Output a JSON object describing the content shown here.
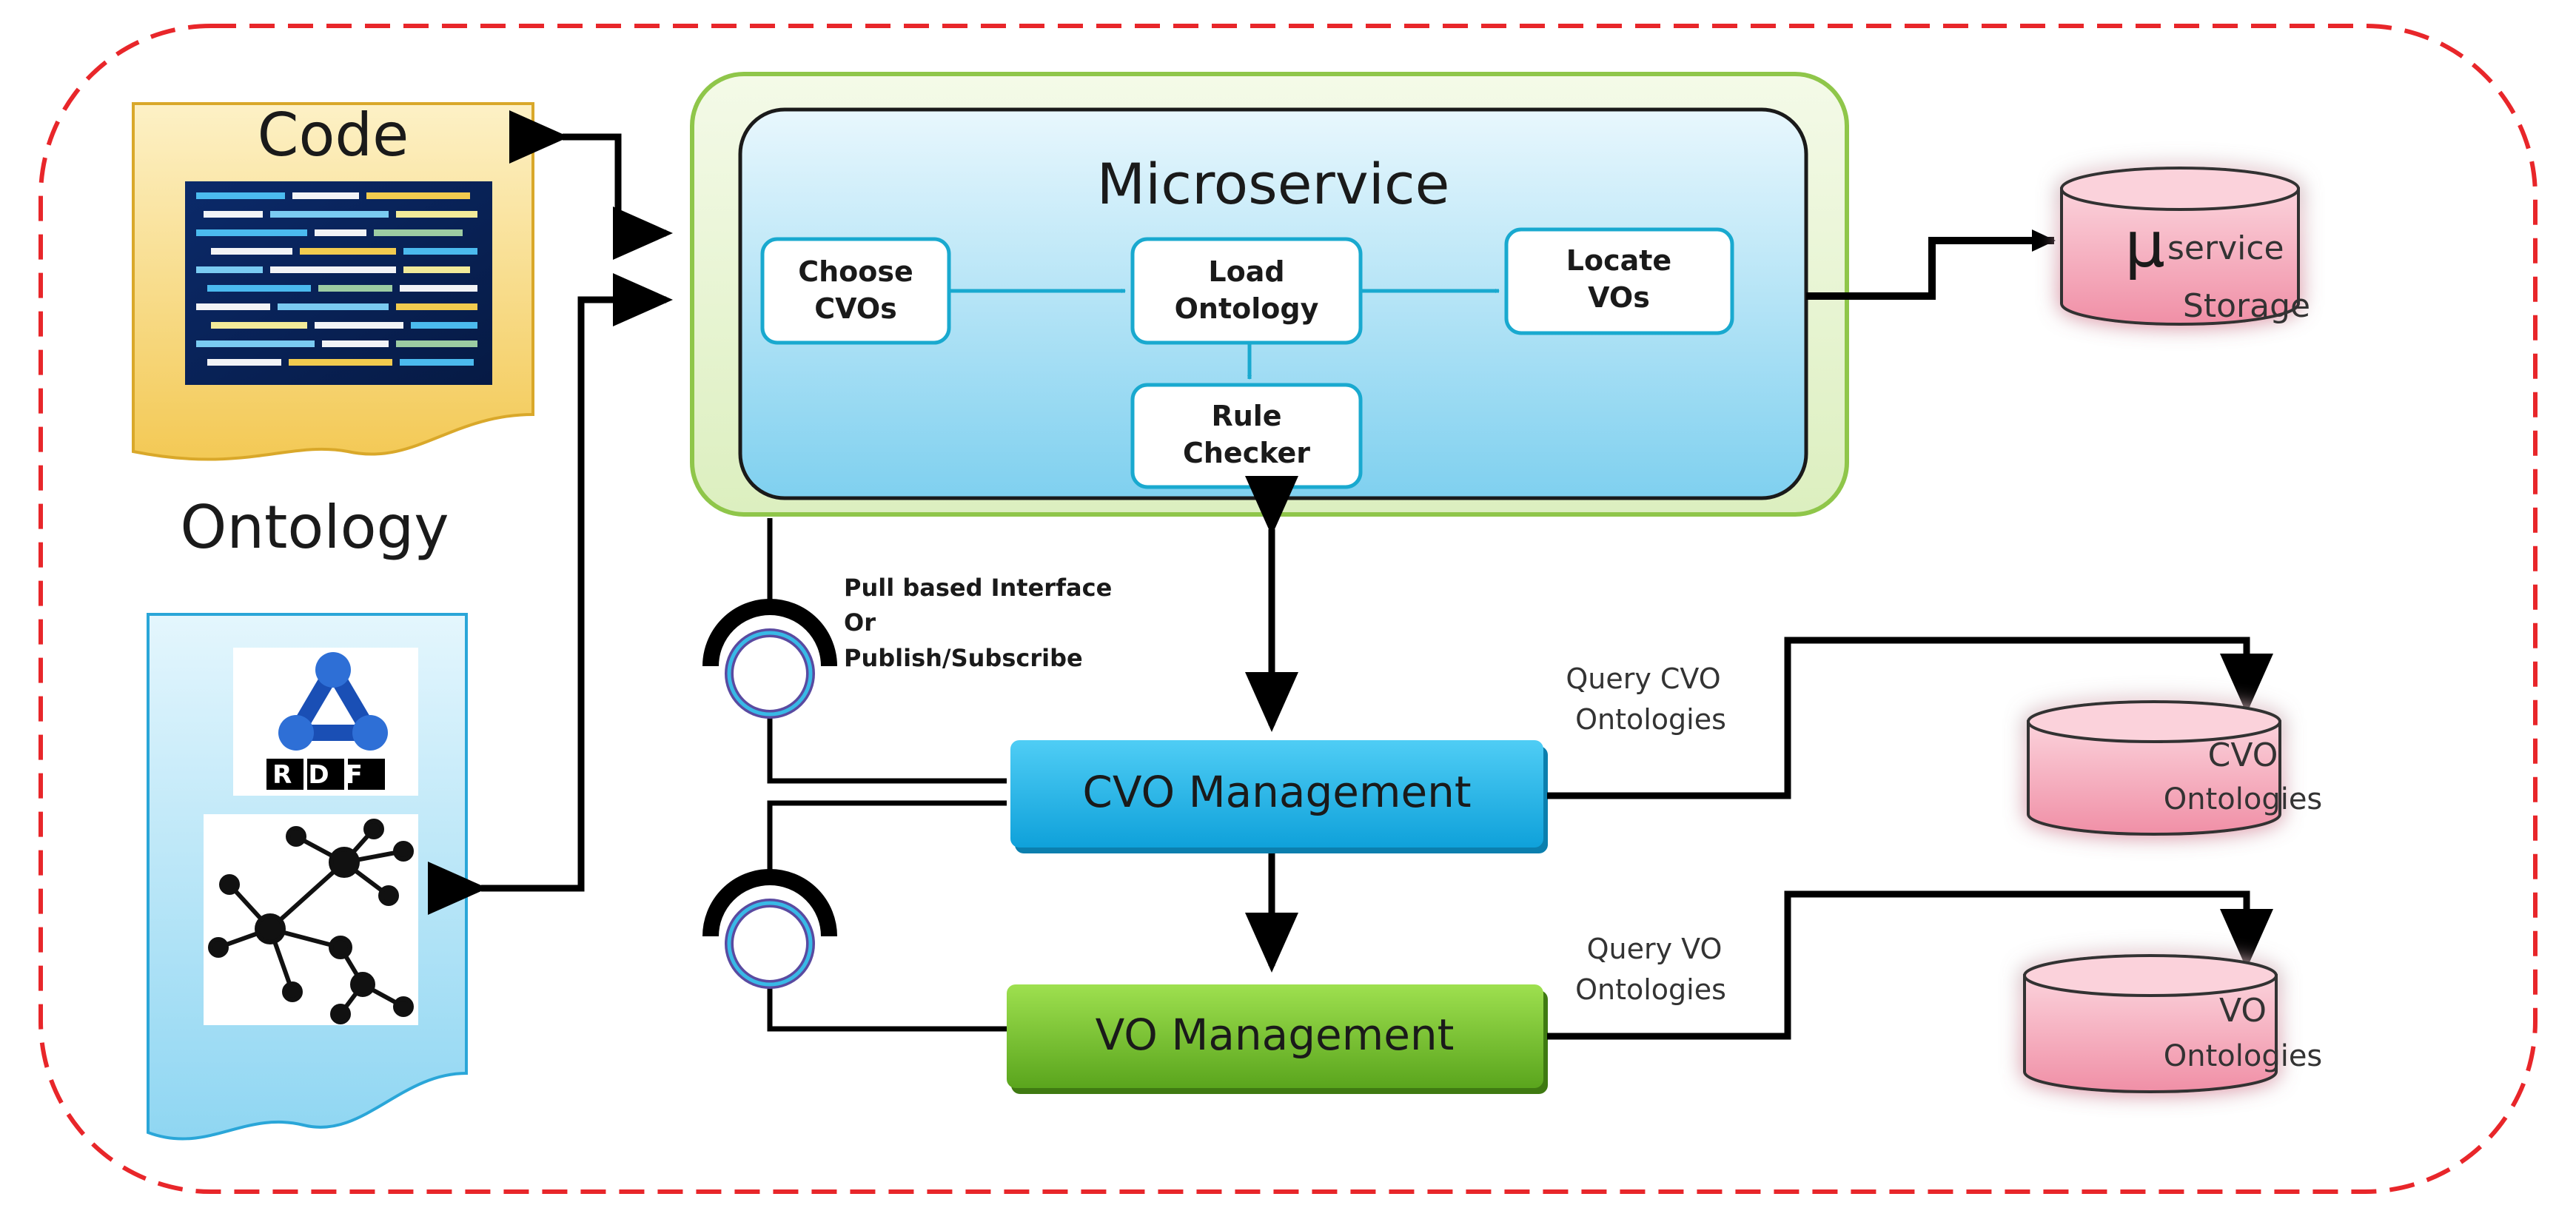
{
  "code_doc": {
    "title": "Code"
  },
  "ontology_label": "Ontology",
  "rdf_logo": {
    "text": "RDF"
  },
  "microservice": {
    "title": "Microservice",
    "steps": {
      "choose": [
        "Choose",
        "CVOs"
      ],
      "load": [
        "Load",
        "Ontology"
      ],
      "locate": [
        "Locate",
        "VOs"
      ],
      "rule": [
        "Rule",
        "Checker"
      ]
    }
  },
  "storage": {
    "mu": "μ",
    "service": "service",
    "storage": "Storage"
  },
  "interface_label": [
    "Pull based Interface",
    "Or",
    "Publish/Subscribe"
  ],
  "cvo_management": "CVO Management",
  "vo_management": "VO Management",
  "query_cvo": [
    "Query CVO",
    "Ontologies"
  ],
  "query_vo": [
    "Query VO",
    "Ontologies"
  ],
  "cvo_db": [
    "CVO",
    "Ontologies"
  ],
  "vo_db": [
    "VO",
    "Ontologies"
  ],
  "colors": {
    "dashed_border": "#e8262a",
    "micro_blue": "#bfe6f6",
    "cvo_blue": "#17b4e8",
    "vo_green": "#72c12a",
    "db_pink": "#f7a8b8",
    "code_yellow": "#f6d67a",
    "onto_blue": "#bde7f7"
  }
}
